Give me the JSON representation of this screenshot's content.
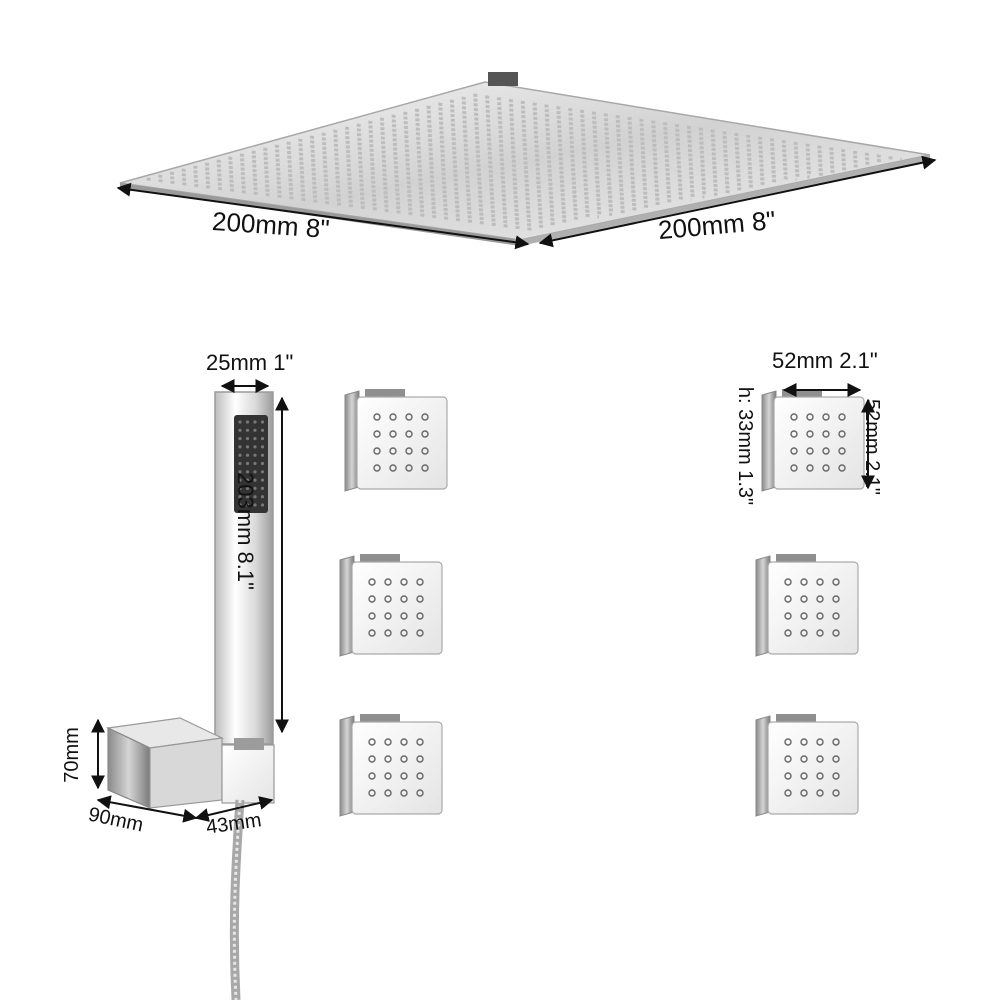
{
  "rain_head": {
    "width_label": "200mm 8\"",
    "depth_label": "200mm 8\""
  },
  "hand_shower": {
    "width_label": "25mm 1\"",
    "length_label": "203mm 8.1\""
  },
  "holder": {
    "height_label": "70mm",
    "length_label": "90mm",
    "width_label": "43mm"
  },
  "body_jet": {
    "width_label": "52mm 2.1\"",
    "height_label": "52mm 2.1\"",
    "depth_label": "h: 33mm 1.3\""
  }
}
